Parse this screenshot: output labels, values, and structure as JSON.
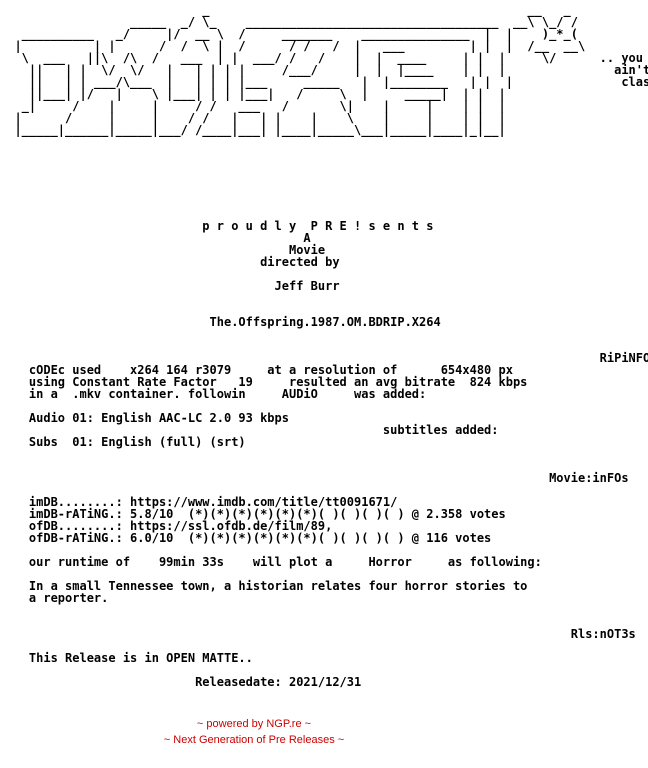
{
  "nfo_text": "                            _\n                  _____  _/ \\_    ___________________________________          __\n   __________   _/     |/     \\  /     _______    _________        |\\    ___|  \\  /\\\n  |          | |      /       |  /      / /   /  |         |    |   |  | \\   )   / \\_\n   \\  ___   ||\\  /\\  /   ___  | |  ___/ /   /    |  ____  |    |   |  |  \\  |  |   |  _\n    ||   | |  \\/  \\/   |   | | | |     /___/     |_|    | |   |   |  |   |  |  |   |__\n    ||   | | ___/\\___  |   | | | |___     _____        | | _____   |  |   |  |  |      \\\n    ||___| |/   |    \\ |___| | | |___|   /     \\  _____| ||     |  |  |   |  |  |       |\n   _|     /    |     |     / /   ___   /       \\|      |      |  |  |   |  |  |      /\n  |      /     |     |    / /   |   | |    |    \\      |______|  |  |   |  |  |     /\n  |_____|______|_____|___/ /____|___| |____|_____\\_____|________|__|__|___|__|__|____/",
  "footer": {
    "line1": "~ powered by NGP.re ~",
    "line2": "~ Next Generation of Pre Releases ~"
  },
  "colors": {
    "text": "#000000",
    "footer": "#cc0000",
    "background": "#ffffff"
  }
}
